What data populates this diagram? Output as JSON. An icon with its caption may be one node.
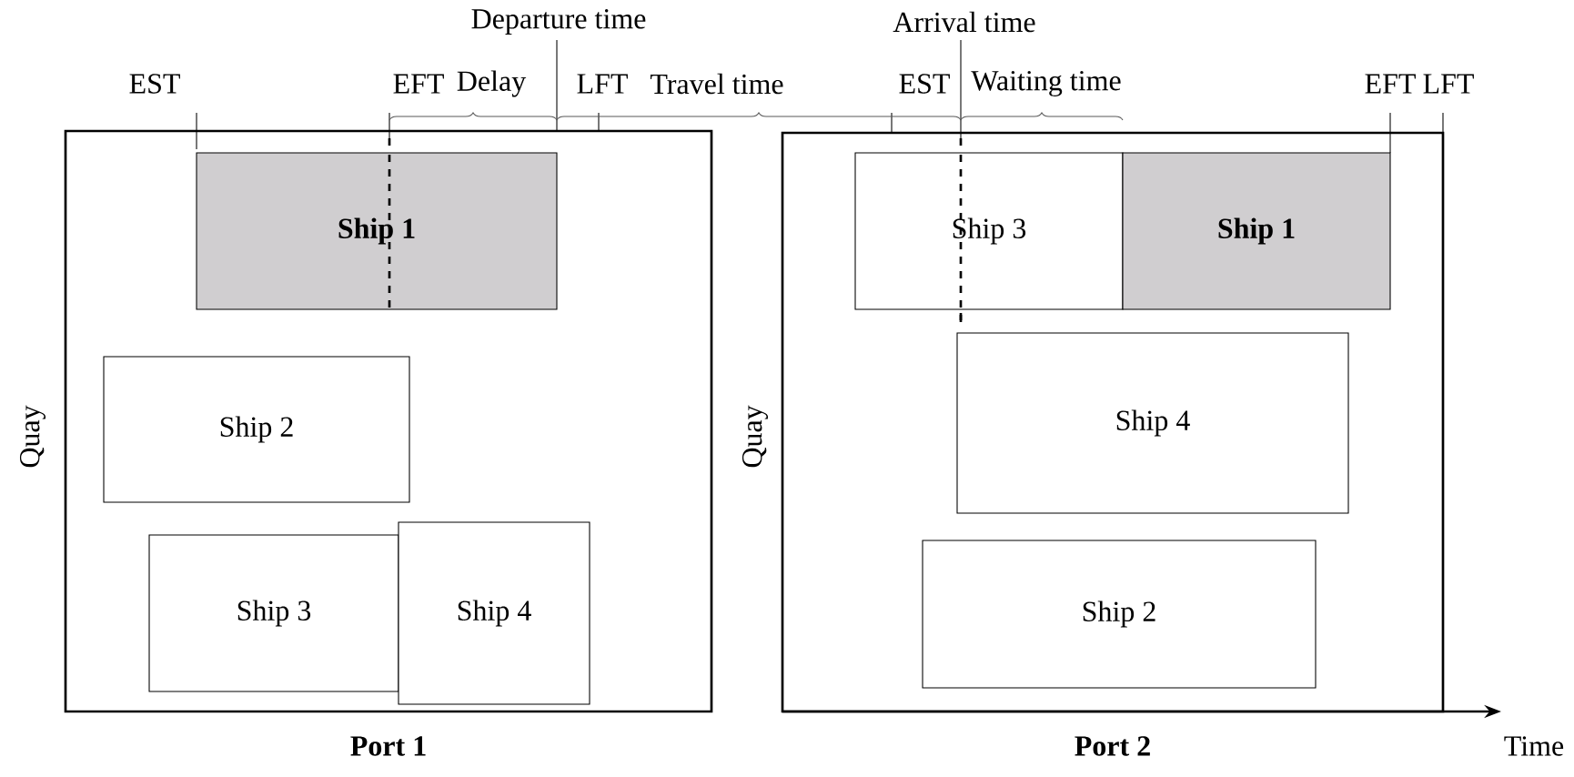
{
  "diagram": {
    "nodes": [
      {
        "text": [
          "Port 1"
        ]
      },
      {
        "text": [
          "Ship 1"
        ],
        "in": 0
      },
      {
        "text": [
          "Ship 2"
        ],
        "in": 0
      },
      {
        "text": [
          "Ship 3"
        ],
        "in": 0
      },
      {
        "text": [
          "Ship 4"
        ],
        "in": 0
      },
      {
        "text": [
          "Port 2"
        ]
      },
      {
        "text": [
          "Ship 3"
        ],
        "in": 5
      },
      {
        "text": [
          "Ship 1"
        ],
        "in": 5
      },
      {
        "text": [
          "Ship 4"
        ],
        "in": 5
      },
      {
        "text": [
          "Ship 2"
        ],
        "in": 5
      }
    ],
    "labels": [
      "Departure time",
      "Arrival time",
      "EST",
      "EFT",
      "Delay",
      "LFT",
      "Travel time",
      "EST",
      "Waiting time",
      "EFT",
      "LFT",
      "Quay",
      "Quay",
      "Time"
    ]
  }
}
